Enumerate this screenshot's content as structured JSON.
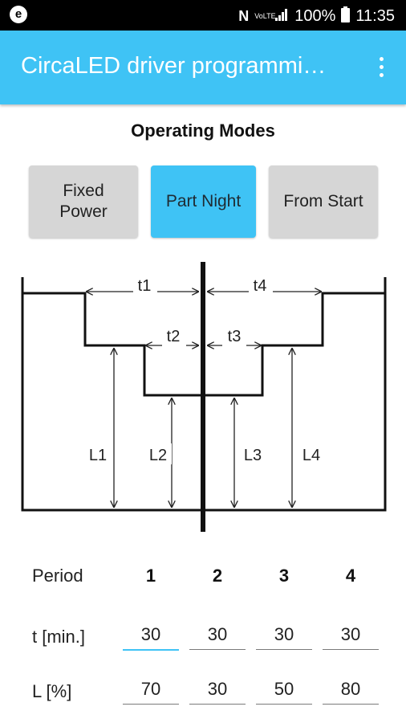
{
  "status_bar": {
    "left_icon": "e",
    "nfc": "N",
    "volte": "VoLTE",
    "battery": "100%",
    "time": "11:35"
  },
  "app_bar": {
    "title": "CircaLED driver programmi…",
    "menu_icon": "more-vert-icon"
  },
  "section_title": "Operating Modes",
  "modes": [
    {
      "label": "Fixed Power",
      "active": false
    },
    {
      "label": "Part Night",
      "active": true
    },
    {
      "label": "From Start",
      "active": false
    }
  ],
  "diagram": {
    "t1": "t1",
    "t2": "t2",
    "t3": "t3",
    "t4": "t4",
    "L1": "L1",
    "L2": "L2",
    "L3": "L3",
    "L4": "L4"
  },
  "table": {
    "period_label": "Period",
    "periods": [
      "1",
      "2",
      "3",
      "4"
    ],
    "t_label": "t [min.]",
    "t_values": [
      "30",
      "30",
      "30",
      "30"
    ],
    "l_label": "L [%]",
    "l_values": [
      "70",
      "30",
      "50",
      "80"
    ]
  },
  "colors": {
    "accent": "#3fc3f5",
    "button_inactive": "#d6d6d6"
  }
}
